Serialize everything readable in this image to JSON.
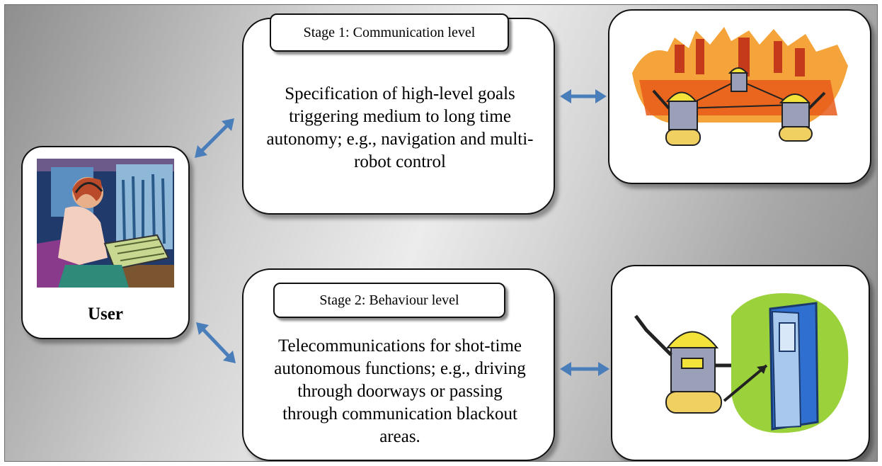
{
  "user": {
    "label": "User"
  },
  "stage1": {
    "title": "Stage 1: Communication level",
    "description": "Specification of high-level goals triggering medium to long time autonomy; e.g., navigation and multi-robot control"
  },
  "stage2": {
    "title": "Stage 2: Behaviour level",
    "description": "Telecommunications for shot-time autonomous functions; e.g., driving through doorways or passing through communication blackout areas."
  },
  "colors": {
    "arrow": "#4a7ebb",
    "card_border": "#111111",
    "background": "#cfcfcf"
  },
  "icons": {
    "user_image": "operator-at-console-icon",
    "stage1_image": "multi-robot-network-icon",
    "stage2_image": "robot-doorway-icon",
    "arrows": "double-headed-arrow-icon"
  }
}
